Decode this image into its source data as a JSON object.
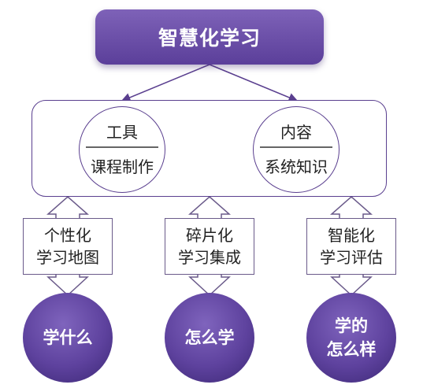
{
  "title": "智慧化学习",
  "core": [
    {
      "top": "工具",
      "bottom": "课程制作"
    },
    {
      "top": "内容",
      "bottom": "系统知识"
    }
  ],
  "pillars": [
    {
      "line1": "个性化",
      "line2": "学习地图",
      "circle_line1": "学什么",
      "circle_line2": ""
    },
    {
      "line1": "碎片化",
      "line2": "学习集成",
      "circle_line1": "怎么学",
      "circle_line2": ""
    },
    {
      "line1": "智能化",
      "line2": "学习评估",
      "circle_line1": "学的",
      "circle_line2": "怎么样"
    }
  ],
  "colors": {
    "primary": "#6a4fae",
    "outline": "#5a3f8f"
  }
}
